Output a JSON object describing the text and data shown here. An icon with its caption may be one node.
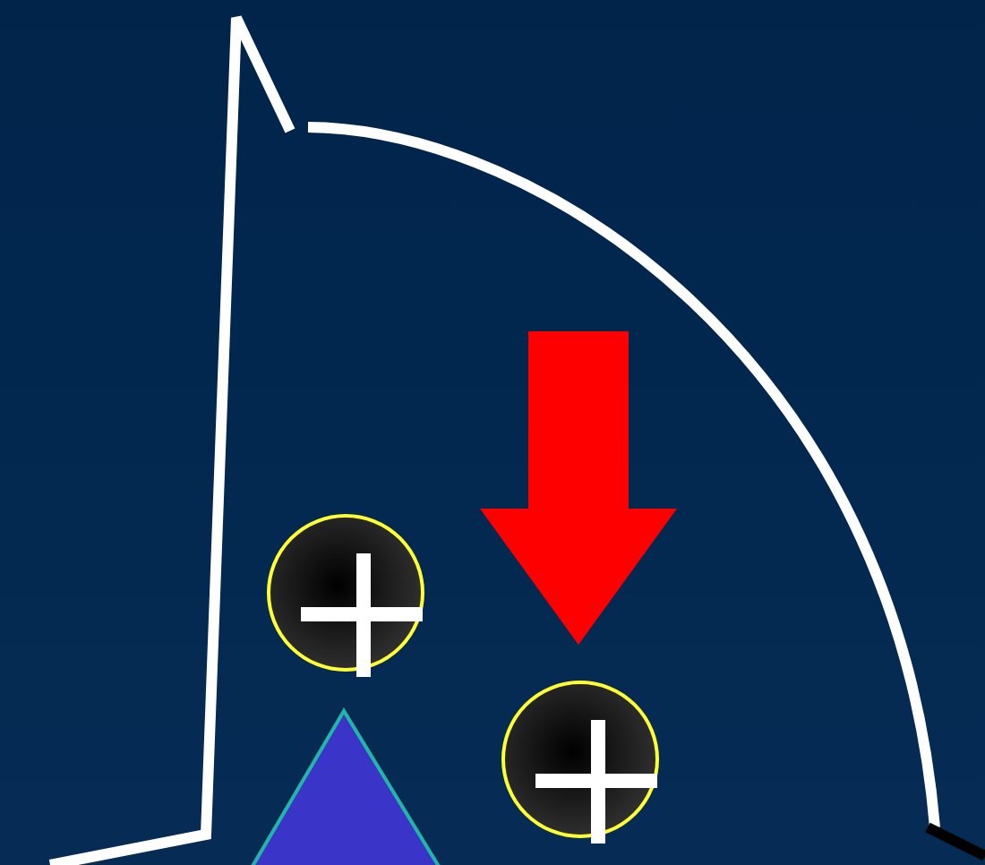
{
  "diagram": {
    "nodes": [
      {
        "text": [],
        "shape": "circle"
      },
      {
        "text": [],
        "shape": "circle"
      },
      {
        "text": [],
        "shape": "triangle"
      }
    ]
  }
}
